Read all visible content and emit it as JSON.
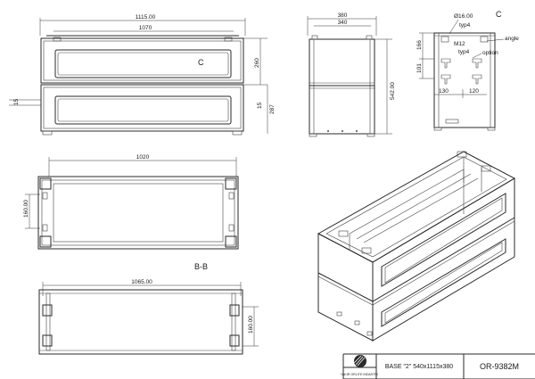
{
  "front_view": {
    "dim_overall": "1115.00",
    "dim_inner": "1070",
    "view_marker": "C",
    "dim_height_right": "260",
    "dim_height_right2": "287",
    "dim_small_left": "15",
    "dim_small_right": "15"
  },
  "side_view": {
    "dim_depth": "380",
    "dim_inner_depth": "340",
    "dim_height": "542.00"
  },
  "detail_c": {
    "label": "C",
    "hole_dia": "Ø16.00",
    "typ_top": "typ4",
    "bolt": "M12",
    "typ_mid": "typ4",
    "note_angle": "angle",
    "note_option": "option",
    "dim_166": "166",
    "dim_101": "101",
    "dim_130": "130",
    "dim_120": "120"
  },
  "section_top": {
    "dim_width": "1020",
    "dim_height": "160.00"
  },
  "section_bb": {
    "label": "B-B",
    "dim_width": "1065.00",
    "dim_height": "160.00"
  },
  "title_block": {
    "company": "YAKIR ORLITE INDASTRI",
    "description": "BASE \"2\" 540x1115x380",
    "code": "OR-9382M"
  }
}
